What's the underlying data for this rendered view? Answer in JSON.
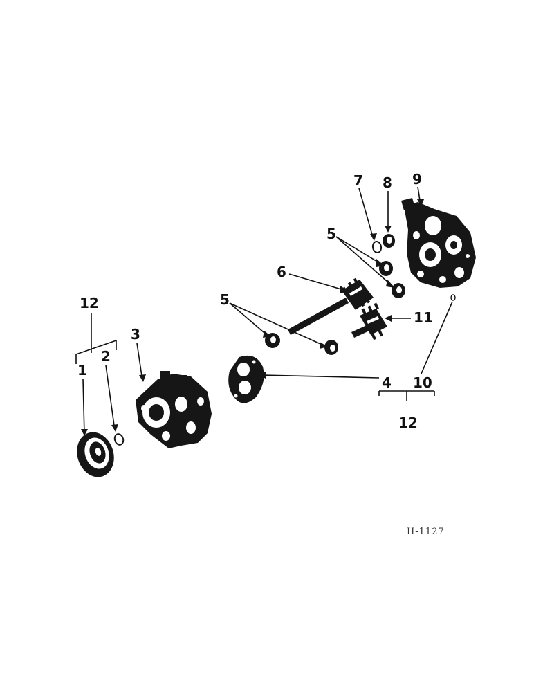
{
  "diagram": {
    "callouts": {
      "c1": "1",
      "c2": "2",
      "c3": "3",
      "c4": "4",
      "c5a": "5",
      "c5b": "5",
      "c6": "6",
      "c7": "7",
      "c8": "8",
      "c9": "9",
      "c10": "10",
      "c11": "11",
      "c12a": "12",
      "c12b": "12"
    },
    "figure_ref": "II-1127",
    "colors": {
      "ink": "#161616",
      "paper": "#ffffff"
    }
  }
}
